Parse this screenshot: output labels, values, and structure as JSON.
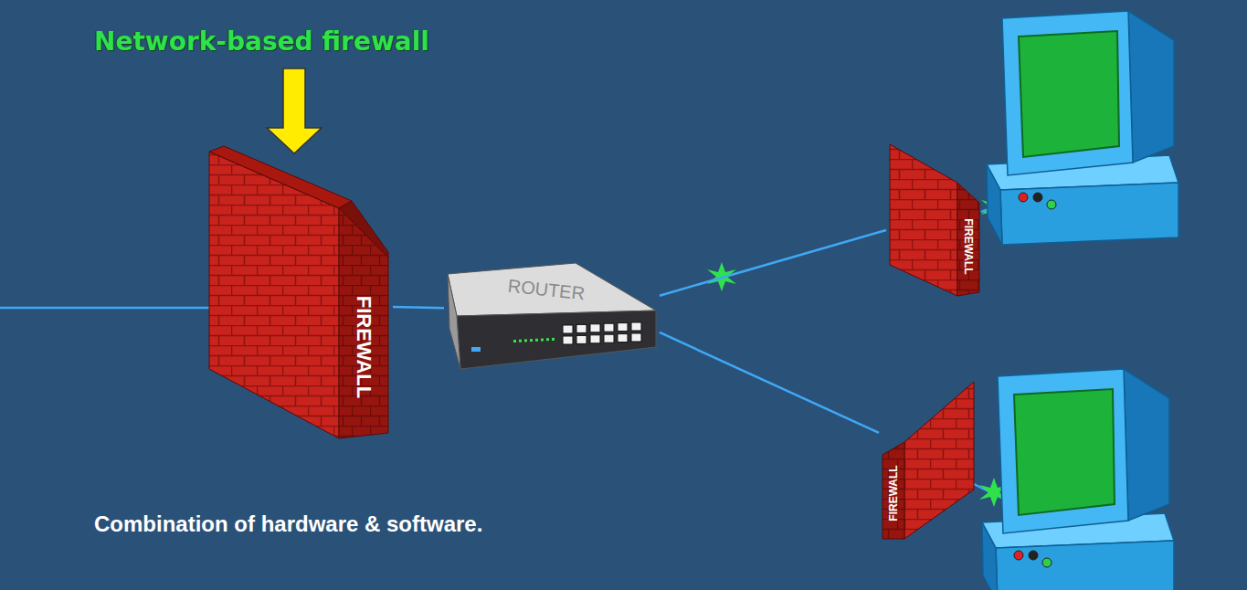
{
  "diagram": {
    "title": "Network-based firewall",
    "caption": "Combination of hardware & software.",
    "nodes": [
      {
        "text": [
          "FIREWALL"
        ]
      },
      {
        "text": [
          "ROUTER"
        ]
      },
      {
        "text": [
          "FIREWALL"
        ]
      },
      {
        "text": [
          "FIREWALL"
        ]
      }
    ],
    "edges": [
      {
        "from": 0,
        "to": 1,
        "arrow": "none"
      },
      {
        "from": 1,
        "to": 2,
        "arrow": "none"
      },
      {
        "from": 1,
        "to": 3,
        "arrow": "none"
      }
    ]
  }
}
